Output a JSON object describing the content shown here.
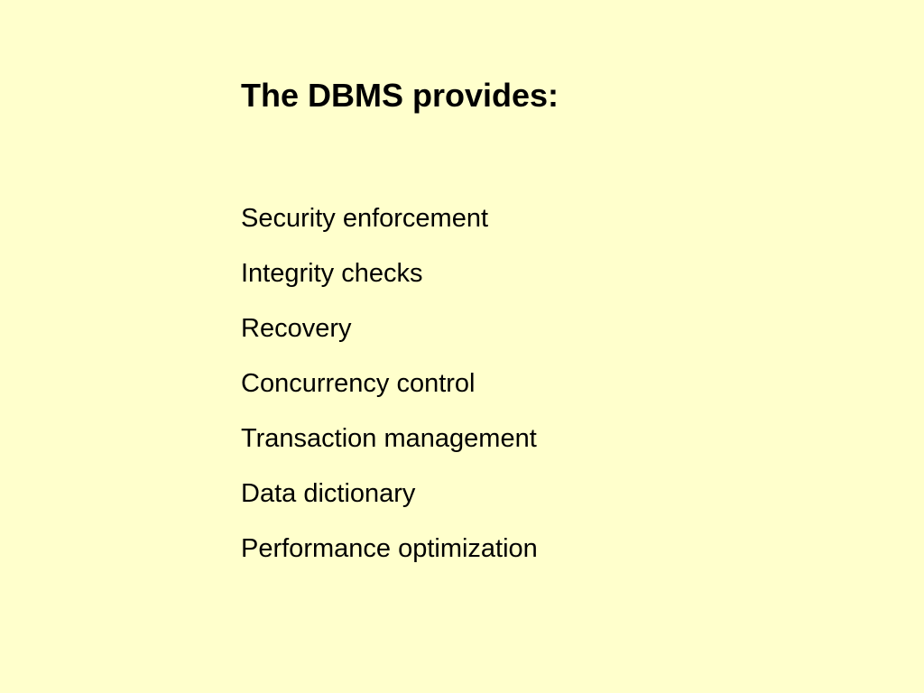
{
  "slide": {
    "background_color": "#ffffcc",
    "title": "The DBMS provides:",
    "items": [
      "Security enforcement",
      "Integrity checks",
      "Recovery",
      "Concurrency control",
      "Transaction management",
      "Data dictionary",
      "Performance optimization"
    ]
  }
}
